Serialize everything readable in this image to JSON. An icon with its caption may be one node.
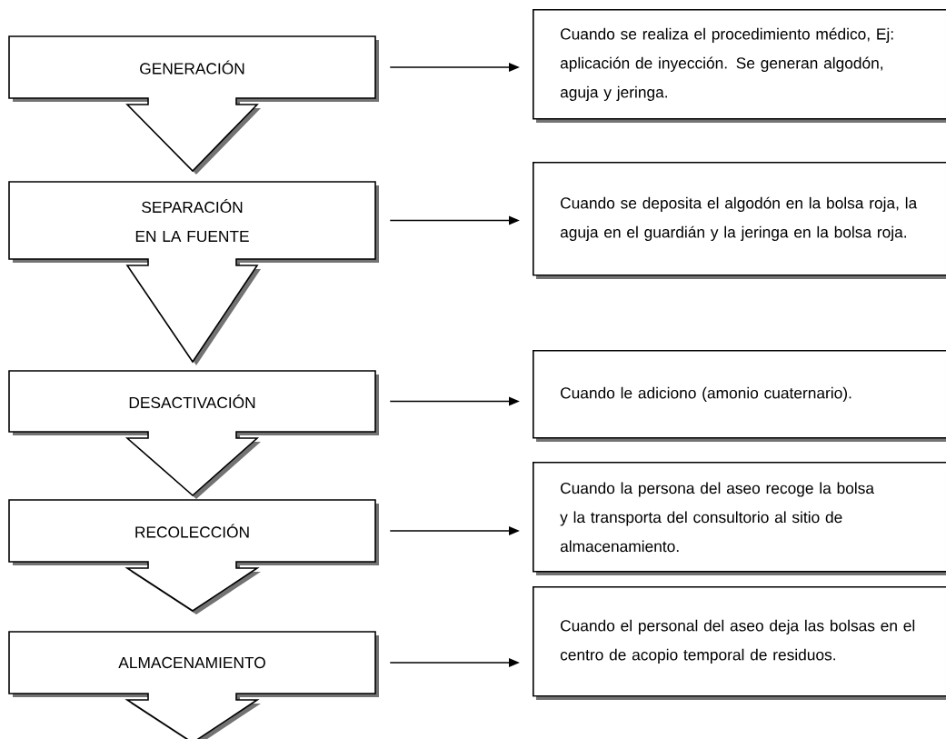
{
  "diagram": {
    "nodes": [
      {
        "text": [
          "GENERACIÓN"
        ]
      },
      {
        "text": [
          "SEPARACIÓN EN LA FUENTE"
        ]
      },
      {
        "text": [
          "DESACTIVACIÓN"
        ]
      },
      {
        "text": [
          "RECOLECCIÓN"
        ]
      },
      {
        "text": [
          "ALMACENAMIENTO"
        ]
      },
      {
        "text": [
          "Cuando se realiza el procedimiento médico, Ej: aplicación de inyección. Se generan algodón, aguja y jeringa."
        ]
      },
      {
        "text": [
          "Cuando se deposita el algodón en la bolsa roja, la aguja en el guardián y la jeringa en la bolsa roja."
        ]
      },
      {
        "text": [
          "Cuando le adiciono (amonio cuaternario)."
        ]
      },
      {
        "text": [
          "Cuando la persona del aseo recoge la bolsa y la transporta del consultorio al sitio de almacenamiento."
        ]
      },
      {
        "text": [
          "Cuando el personal del aseo deja las bolsas en el centro de acopio temporal de residuos."
        ]
      }
    ],
    "edges": [
      {
        "from": 0,
        "to": 5,
        "arrow": "to"
      },
      {
        "from": 1,
        "to": 6,
        "arrow": "to"
      },
      {
        "from": 2,
        "to": 7,
        "arrow": "to"
      },
      {
        "from": 3,
        "to": 8,
        "arrow": "to"
      },
      {
        "from": 4,
        "to": 9,
        "arrow": "to"
      }
    ]
  }
}
